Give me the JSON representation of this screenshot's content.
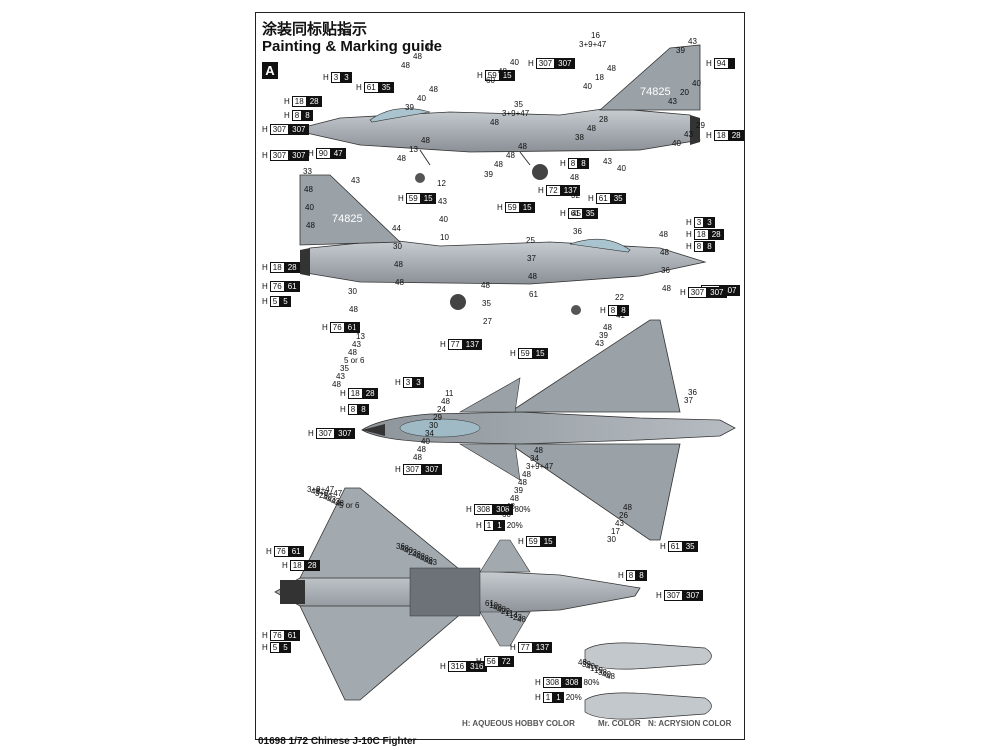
{
  "header": {
    "title_cn": "涂装同标贴指示",
    "title_en": "Painting & Marking guide",
    "sheet": "A"
  },
  "footer": {
    "caption": "01698 1/72 Chinese J-10C Fighter"
  },
  "legend": [
    "H: AQUEOUS HOBBY COLOR",
    "Mr. COLOR",
    "N: ACRYSION COLOR"
  ],
  "serial": "74825",
  "codes": [
    {
      "h": "H",
      "a": "3",
      "b": "3"
    },
    {
      "h": "H",
      "a": "61",
      "b": "35"
    },
    {
      "h": "H",
      "a": "59",
      "b": "15"
    },
    {
      "h": "H",
      "a": "307",
      "b": "307"
    },
    {
      "h": "H",
      "a": "94",
      "b": ""
    },
    {
      "h": "H",
      "a": "18",
      "b": "28"
    },
    {
      "h": "H",
      "a": "8",
      "b": "8"
    },
    {
      "h": "H",
      "a": "307",
      "b": "307"
    },
    {
      "h": "H",
      "a": "18",
      "b": "28"
    },
    {
      "h": "H",
      "a": "307",
      "b": "307"
    },
    {
      "h": "H",
      "a": "90",
      "b": "47"
    },
    {
      "h": "H",
      "a": "8",
      "b": "8"
    },
    {
      "h": "H",
      "a": "72",
      "b": "137"
    },
    {
      "h": "H",
      "a": "59",
      "b": "15"
    },
    {
      "h": "H",
      "a": "61",
      "b": "35"
    },
    {
      "h": "H",
      "a": "307",
      "b": "307"
    },
    {
      "h": "H",
      "a": "59",
      "b": "15"
    },
    {
      "h": "H",
      "a": "61",
      "b": "35"
    },
    {
      "h": "H",
      "a": "3",
      "b": "3"
    },
    {
      "h": "H",
      "a": "18",
      "b": "28"
    },
    {
      "h": "H",
      "a": "8",
      "b": "8"
    },
    {
      "h": "H",
      "a": "18",
      "b": "28"
    },
    {
      "h": "H",
      "a": "76",
      "b": "61"
    },
    {
      "h": "H",
      "a": "5",
      "b": "5"
    },
    {
      "h": "H",
      "a": "307",
      "b": "307"
    },
    {
      "h": "H",
      "a": "8",
      "b": "8"
    },
    {
      "h": "H",
      "a": "76",
      "b": "61"
    },
    {
      "h": "H",
      "a": "77",
      "b": "137"
    },
    {
      "h": "H",
      "a": "59",
      "b": "15"
    },
    {
      "h": "H",
      "a": "3",
      "b": "3"
    },
    {
      "h": "H",
      "a": "18",
      "b": "28"
    },
    {
      "h": "H",
      "a": "8",
      "b": "8"
    },
    {
      "h": "H",
      "a": "307",
      "b": "307"
    },
    {
      "h": "H",
      "a": "307",
      "b": "307"
    },
    {
      "h": "H",
      "a": "61",
      "b": "35"
    },
    {
      "h": "H",
      "a": "308",
      "b": "308",
      "p": "80%"
    },
    {
      "h": "H",
      "a": "1",
      "b": "1",
      "p": "20%"
    },
    {
      "h": "H",
      "a": "59",
      "b": "15"
    },
    {
      "h": "H",
      "a": "76",
      "b": "61"
    },
    {
      "h": "H",
      "a": "18",
      "b": "28"
    },
    {
      "h": "H",
      "a": "8",
      "b": "8"
    },
    {
      "h": "H",
      "a": "307",
      "b": "307"
    },
    {
      "h": "H",
      "a": "76",
      "b": "61"
    },
    {
      "h": "H",
      "a": "5",
      "b": "5"
    },
    {
      "h": "H",
      "a": "77",
      "b": "137"
    },
    {
      "h": "H",
      "a": "316",
      "b": "316"
    },
    {
      "h": "H",
      "a": "56",
      "b": "72"
    },
    {
      "h": "H",
      "a": "308",
      "b": "308",
      "p": "80%"
    },
    {
      "h": "H",
      "a": "1",
      "b": "1",
      "p": "20%"
    }
  ],
  "numbers": [
    "43",
    "33",
    "13",
    "5 or 6",
    "48",
    "44",
    "11",
    "43",
    "48",
    "48",
    "48",
    "48",
    "48",
    "48",
    "48",
    "48",
    "29",
    "48",
    "43",
    "48",
    "47",
    "30",
    "48",
    "48",
    "35",
    "12",
    "34",
    "23",
    "43",
    "25",
    "26",
    "40",
    "40",
    "22",
    "48",
    "43",
    "48",
    "48",
    "24",
    "48",
    "40",
    "30",
    "3+9+47",
    "14",
    "28",
    "35",
    "43",
    "38",
    "43",
    "32",
    "5 or 6",
    "43",
    "40",
    "48",
    "29",
    "48",
    "48",
    "48",
    "48",
    "11",
    "18",
    "43",
    "17",
    "19",
    "43",
    "37",
    "35",
    "40",
    "48",
    "41",
    "30",
    "48",
    "3+9+47",
    "40",
    "48",
    "22",
    "16",
    "48",
    "30",
    "15",
    "20",
    "27",
    "43",
    "25",
    "13",
    "45",
    "34",
    "23",
    "48",
    "36",
    "39",
    "40",
    "48",
    "39",
    "48",
    "40",
    "39",
    "40",
    "48",
    "3+9+47",
    "39",
    "48",
    "40",
    "40",
    "48",
    "40",
    "48",
    "48",
    "40",
    "48",
    "39",
    "39",
    "40",
    "48",
    "36",
    "48",
    "48",
    "39",
    "48",
    "48",
    "48",
    "36",
    "48",
    "10",
    "3+9+47",
    "48",
    "43",
    "48",
    "43",
    "43",
    "37",
    "3+9+47",
    "48",
    "10",
    "48",
    "36",
    "60",
    "61",
    "60",
    "61",
    "38"
  ]
}
